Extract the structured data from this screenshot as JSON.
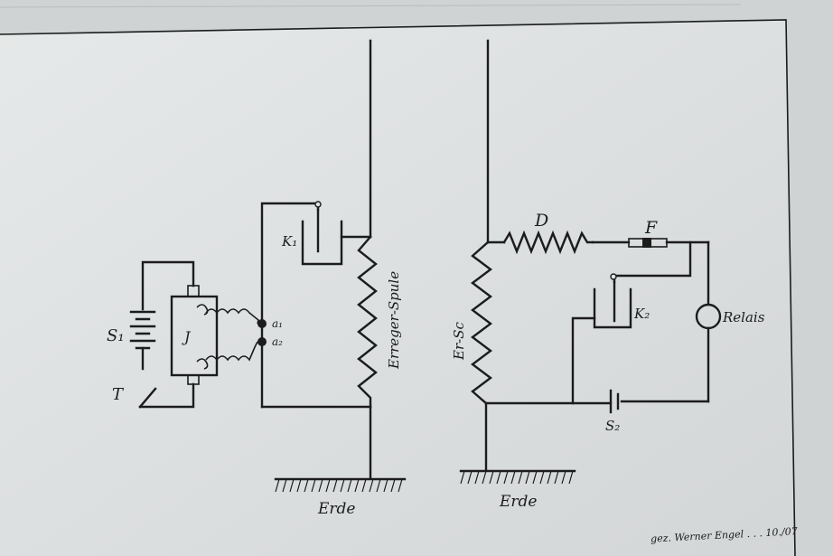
{
  "left_circuit": {
    "battery_label": "S₁",
    "key_label": "T",
    "interrupter_label": "J",
    "terminal_a1_label": "a₁",
    "terminal_a2_label": "a₂",
    "condenser_label": "K₁",
    "coil_label": "Erreger-Spule",
    "ground_label": "Erde"
  },
  "right_circuit": {
    "coil_label": "Er-Sc",
    "resistor_label": "D",
    "coherer_label": "F",
    "condenser_label": "K₂",
    "relay_label": "Relais",
    "battery_label": "S₂",
    "ground_label": "Erde"
  },
  "signature": "gez. Werner Engel . . . 10./07"
}
